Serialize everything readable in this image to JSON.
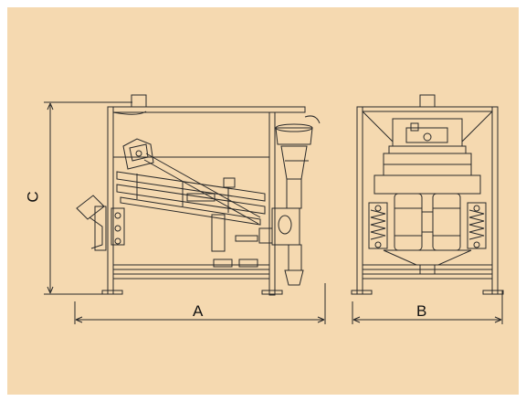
{
  "dimensions": {
    "a_label": "A",
    "b_label": "B",
    "c_label": "C"
  },
  "colors": {
    "background": "#f5d9b0",
    "line": "#2a2a2a"
  }
}
